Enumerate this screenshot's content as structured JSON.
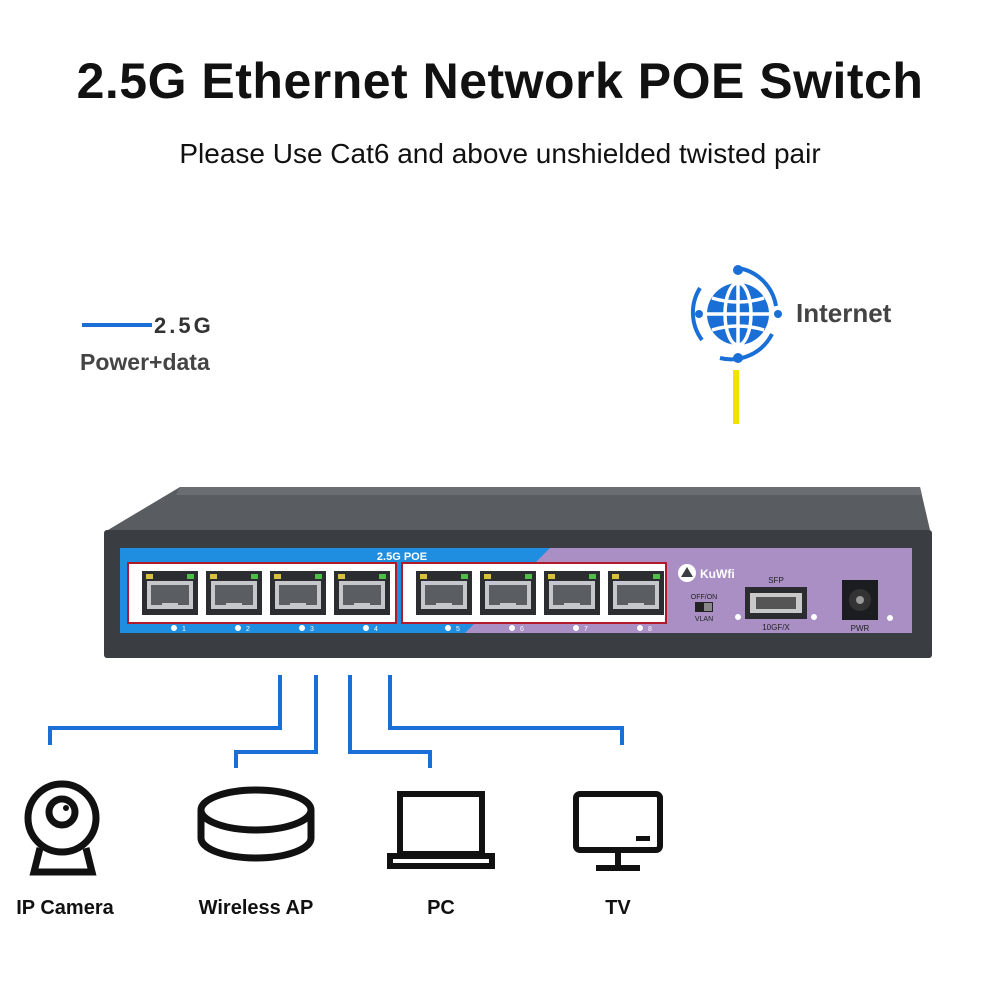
{
  "title": "2.5G Ethernet Network POE Switch",
  "subtitle": "Please Use Cat6 and above unshielded twisted pair",
  "legend": {
    "line_label": "2.5G",
    "caption": "Power+data",
    "line_color": "#1a6fd6"
  },
  "internet": {
    "label": "Internet",
    "icon": "globe-icon",
    "icon_color": "#1a6fd6",
    "uplink_color": "#f2e200"
  },
  "switch": {
    "poe_label": "2.5G POE",
    "brand": "KuWfi",
    "sfp_label": "SFP",
    "sfp_port_label": "10GF/X",
    "vlan_switch_label_top": "OFF/ON",
    "vlan_switch_label_bottom": "VLAN",
    "power_label": "PWR",
    "ports": [
      "1",
      "2",
      "3",
      "4",
      "5",
      "6",
      "7",
      "8"
    ],
    "panel_blue": "#1f8ee0",
    "panel_purple": "#a98fc4",
    "body_color": "#3a3d42"
  },
  "devices": [
    {
      "label": "IP Camera",
      "icon": "ip-camera-icon"
    },
    {
      "label": "Wireless AP",
      "icon": "wireless-ap-icon"
    },
    {
      "label": "PC",
      "icon": "laptop-icon"
    },
    {
      "label": "TV",
      "icon": "monitor-icon"
    }
  ]
}
